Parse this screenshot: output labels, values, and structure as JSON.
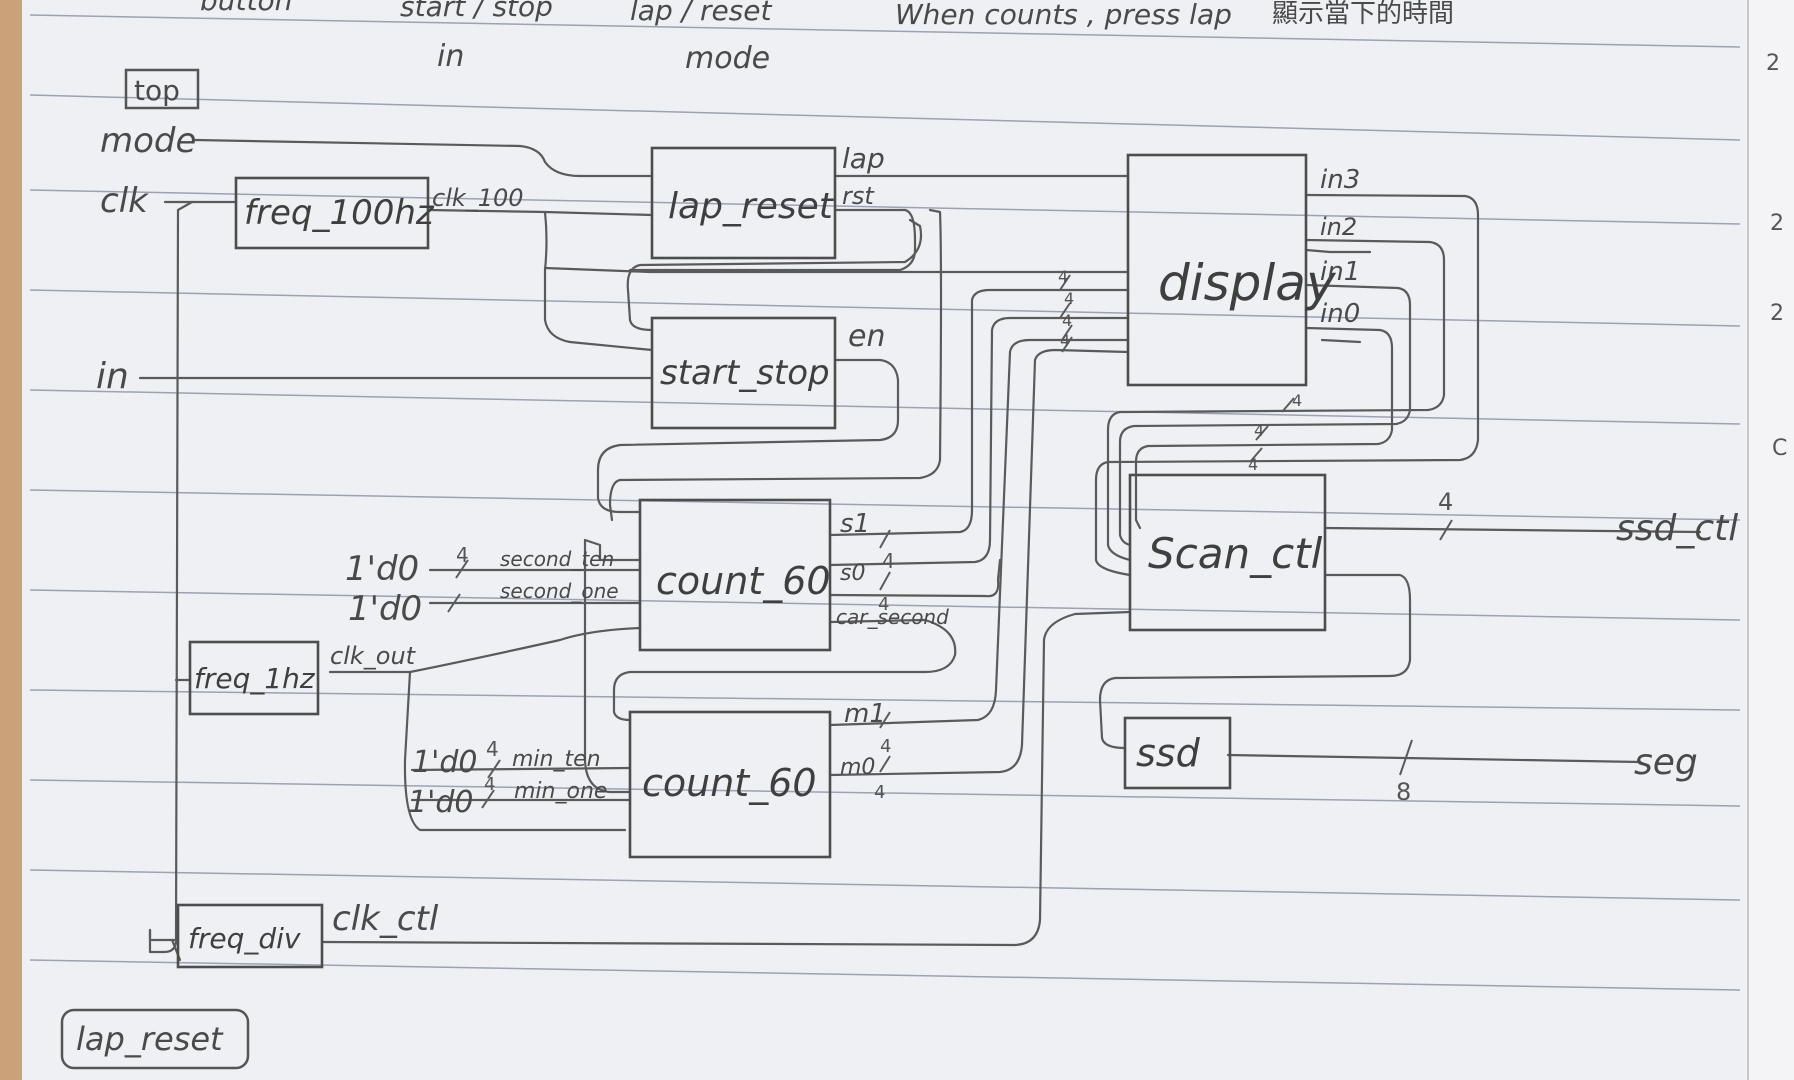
{
  "top_note": {
    "button_word": "button",
    "start_stop": "start / stop",
    "lap_reset": "lap / reset",
    "when_counts": "When counts , press lap",
    "cjk_note": "顯示當下的時間",
    "in_label": "in",
    "mode_label": "mode"
  },
  "frame_label": "top",
  "bottom_label": "lap_reset",
  "inputs": {
    "mode": "mode",
    "clk": "clk",
    "in": "in"
  },
  "outputs": {
    "ssd_ctl": "ssd_ctl",
    "seg": "seg"
  },
  "blocks": {
    "freq_100hz": "freq_100hz",
    "lap_reset": "lap_reset",
    "start_stop": "start_stop",
    "display": "display",
    "count_60_sec": "count_60",
    "count_60_min": "count_60",
    "scan_ctl": "Scan_ctl",
    "ssd": "ssd",
    "freq_1hz": "freq_1hz",
    "freq_div": "freq_div"
  },
  "wires": {
    "clk_100": "clk_100",
    "lap": "lap",
    "rst": "rst",
    "en": "en",
    "in3": "in3",
    "in2": "in2",
    "in1": "in1",
    "in0": "in0",
    "s1": "s1",
    "s0": "s0",
    "car_second": "car_second",
    "m1": "m1",
    "m0": "m0",
    "clk_out": "clk_out",
    "clk_ctl": "clk_ctl",
    "second_ten": "second_ten",
    "second_one": "second_one",
    "min_ten": "min_ten",
    "min_one": "min_one",
    "const_a": "1'd0",
    "const_b": "1'd0",
    "const_c": "1'd0",
    "const_d": "1'd0"
  },
  "bus_widths": {
    "four": "4",
    "eight": "8"
  },
  "margin_marks": [
    "2",
    "2",
    "2",
    "C"
  ]
}
